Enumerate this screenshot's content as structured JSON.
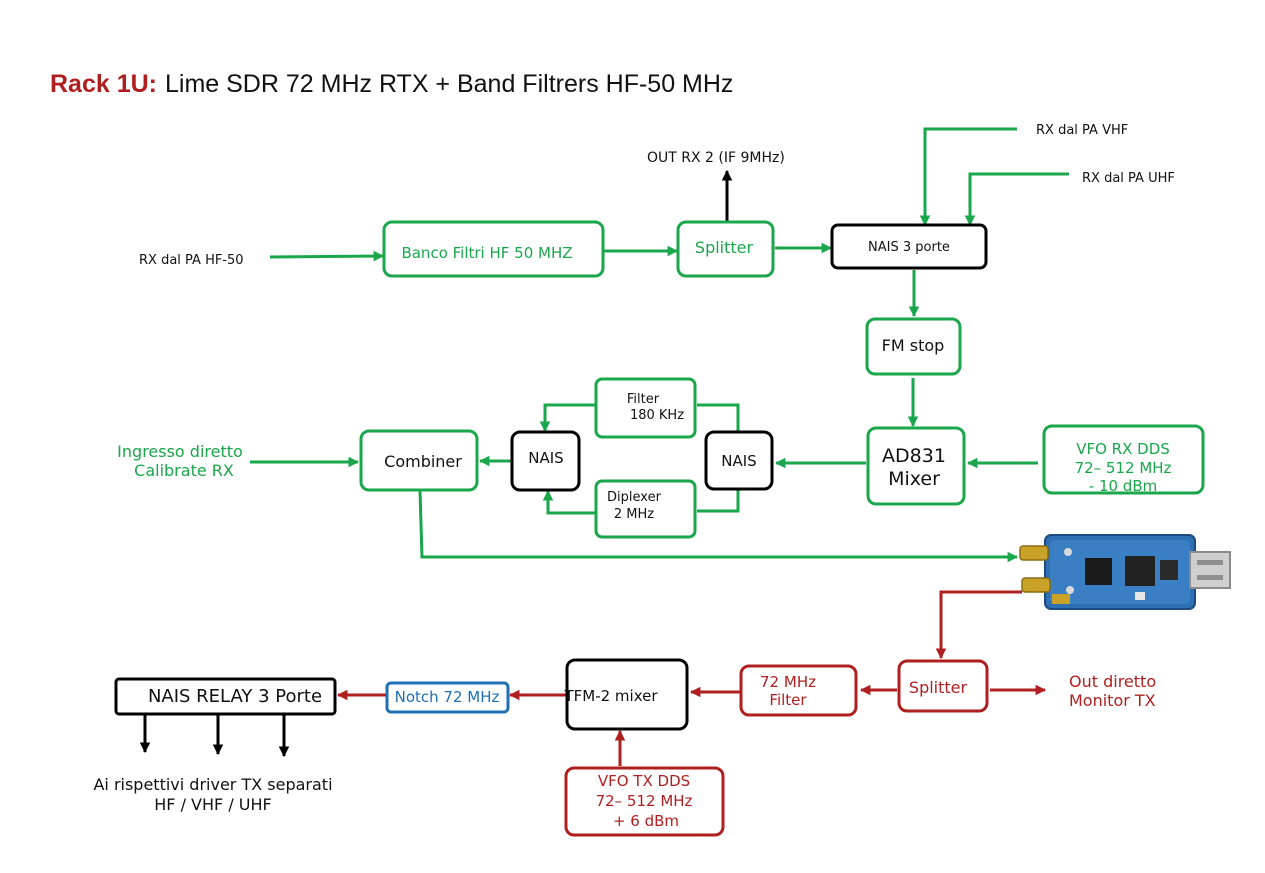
{
  "title": {
    "prefix": "Rack 1U:",
    "text": "Lime SDR 72 MHz RTX + Band Filtrers HF-50 MHz"
  },
  "colors": {
    "rx_path": "#1aa64a",
    "tx_path": "#b01f1f",
    "notch": "#1f6fb5",
    "neutral": "#000000",
    "title_prefix": "#b01f1f"
  },
  "labels": {
    "rx_hf": "RX dal PA HF-50",
    "rx_vhf": "RX dal PA VHF",
    "rx_uhf": "RX dal PA UHF",
    "out_rx2": "OUT RX 2 (IF 9MHz)",
    "ingresso_1": "Ingresso diretto",
    "ingresso_2": "Calibrate RX",
    "out_monitor_1": "Out diretto",
    "out_monitor_2": "Monitor TX",
    "drivers_1": "Ai rispettivi driver TX separati",
    "drivers_2": "HF / VHF / UHF"
  },
  "boxes": {
    "banco": "Banco Filtri HF 50 MHZ",
    "splitter_rx": "Splitter",
    "nais3": "NAIS  3 porte",
    "fmstop": "FM stop",
    "ad831_1": "AD831",
    "ad831_2": "Mixer",
    "vfo_rx_1": "VFO RX DDS",
    "vfo_rx_2": "72– 512 MHz",
    "vfo_rx_3": "- 10 dBm",
    "nais_right": "NAIS",
    "nais_left": "NAIS",
    "filter_1": "Filter",
    "filter_2": "180 KHz",
    "diplexer_1": "Diplexer",
    "diplexer_2": "2 MHz",
    "combiner": "Combiner",
    "splitter_tx": "Splitter",
    "filter72_1": "72 MHz",
    "filter72_2": "Filter",
    "tfm2": "TFM-2 mixer",
    "vfo_tx_1": "VFO TX DDS",
    "vfo_tx_2": "72– 512 MHz",
    "vfo_tx_3": "+ 6 dBm",
    "notch": "Notch 72 MHz",
    "relay": "NAIS RELAY 3 Porte"
  }
}
